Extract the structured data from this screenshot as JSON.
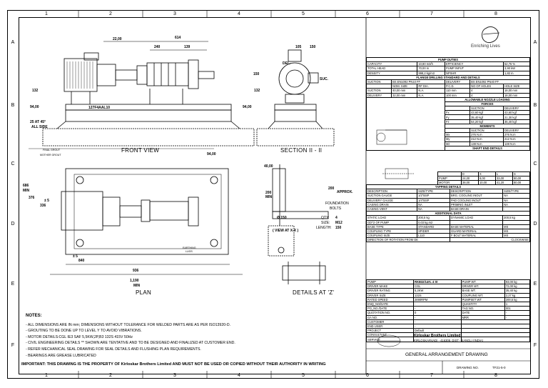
{
  "zones_top": [
    "1",
    "2",
    "3",
    "4",
    "5",
    "6",
    "7",
    "8"
  ],
  "zones_side": [
    "A",
    "B",
    "C",
    "D",
    "E",
    "F"
  ],
  "views": {
    "front": "FRONT VIEW",
    "section": "SECTION II - II",
    "plan": "PLAN",
    "details": "DETAILS AT 'Z'",
    "view_x": "( VIEW AT X-X )"
  },
  "dims": {
    "d614": "614",
    "d240": "240",
    "d139": "139",
    "d22": "22,00",
    "d105": "105",
    "d150": "150",
    "d132a": "132",
    "d132b": "132",
    "d94a": "94,00",
    "d94b": "94,00",
    "d25": "25 AT 45°",
    "allside": "ALL SIDE",
    "base": "127F4AAL10",
    "final_grout": "FINAL GROUT",
    "mother_grout": "MOTHER GROUT",
    "d686": "686",
    "min": "MIN",
    "d376": "376",
    "d336": "336",
    "d5a": "± 5",
    "d5b": "± 5",
    "d840": "840",
    "d936": "936",
    "d1190": "1,190",
    "min2": "MIN",
    "d94c": "94,00",
    "earthing": "EARTHING",
    "lugs": "LUGS",
    "d40": "40,00",
    "d200a": "200",
    "approx": "APPROX.",
    "d200b": "200",
    "min3": "MIN",
    "d150b": "Ø 150",
    "foundation": "FOUNDATION",
    "bolts": "BOLTS",
    "qty": "QTY:",
    "qty_val": "4",
    "size": "SIZE:",
    "size_val": "M12",
    "length": "LENGTH:",
    "length_val": "150",
    "del": "DEL.",
    "suc": "SUC."
  },
  "notes": {
    "heading": "NOTES:",
    "items": [
      "- ALL DIMENSIONS ARE IN  mm; DIMENSIONS WITHOUT TOLERANCE FOR WELDED PARTS ARE AS PER ISO13920-D.",
      "- GROUTING TO BE DONE UP TO LEVEL Y TO AVOID VIBRATIONS.",
      "- MOTOR DETAILS:CGL IE3 SAF 5,5KW,2P,B3 132S 415V 50Hz",
      "- CIVIL ENGINEERING DETAILS ** SHOWN ARE TENTATIVE AND TO BE DESIGNED AND FINALIZED AT CUSTOMER END.",
      "- REFER MECHANICAL SEAL DRAWING FOR SEAL DETAILS AND FLUSHING PLAN REQUIREMENTS.",
      "- BEARINGS ARE GREASE LUBRICATED"
    ]
  },
  "important": "IMPORTANT: THIS DRAWING IS THE PROPERTY OF Kirloskar Brothers Limited AND MUST NOT BE USED OR COPIED WITHOUT THEIR AUTHORITY IN WRITING",
  "brand": {
    "tagline": "Enriching Lives",
    "company": "Kirloskar Brothers Limited",
    "address": "KIRLOSKARVADI - 416308, DIST - SANGLI (INDIA)",
    "ga_title": "GENERAL ARRANGEMENT DRAWING",
    "drawing_no_label": "DRAWING NO.",
    "drawing_no": "TF21-5-0"
  },
  "pump_duties": {
    "title": "PUMP DUTIES",
    "rows": [
      [
        "CAPACITY",
        "10,80 m3/h",
        "EFFICIENCY",
        "52,76 %"
      ],
      [
        "TOTAL HEAD",
        "70,00 m",
        "PUMP INPUT",
        "3,90 kW"
      ],
      [
        "DENSITY",
        "998,2 kg/m3",
        "NPSHR",
        "1,82 m"
      ]
    ]
  },
  "flange": {
    "title": "FLANGE DRILLING STANDARD AND DETAILS",
    "header1": [
      "SUCTION",
      "BS EN1092 PN10 FF",
      "DELIVERY",
      "BS EN1092 PN40 FF"
    ],
    "header2": [
      "",
      "NOM. SIZE",
      "RF DIA.",
      "P.C.D.",
      "NO OF HOLES",
      "HOLE SIZE"
    ],
    "rows": [
      [
        "SUCTION",
        "40,00 mm",
        "N.A.",
        "110 mm",
        "4",
        "18,00 mm"
      ],
      [
        "DELIVERY",
        "32,00 mm",
        "N.A.",
        "100 mm",
        "4",
        "18,00 mm"
      ]
    ]
  },
  "nozzle": {
    "title": "ALLOWABLE NOZZLE LOADING",
    "forces": "FORCES",
    "moments": "MOMENTS",
    "cols": [
      "SUCTION",
      "DELIVERY"
    ],
    "force_rows": [
      [
        "Fx",
        "43,60 kgf",
        "43,60 kgf"
      ],
      [
        "Fy",
        "35,40 kgf",
        "21,30 kgf"
      ],
      [
        "Fz",
        "54,20 kgf",
        "35,40 kgf"
      ]
    ],
    "moment_rows": [
      [
        "Mx",
        "276 N.m",
        "276 N.m"
      ],
      [
        "My",
        "212 N.m",
        "212 N.m"
      ],
      [
        "Mz",
        "138 N.m",
        "138 N.m"
      ]
    ]
  },
  "shaft": {
    "title": "SHAFT END DETAILS",
    "cols": [
      "D",
      "X",
      "L",
      "S"
    ],
    "rows": [
      [
        "PUMP",
        "24,00",
        "8,00",
        "33,00",
        "80,00"
      ],
      [
        "MOTOR",
        "38,00",
        "10,00",
        "41,20",
        "80,00"
      ]
    ]
  },
  "tapping": {
    "title": "TAPPING DETAILS",
    "rows": [
      [
        "DESCRIPTION",
        "SIZE/TYPE",
        "DESCRIPTION",
        "SIZE/TYPE"
      ],
      [
        "SUCTION GAUGE",
        "1/2\"BSP",
        "BRG. COOLING INOUT",
        "NA"
      ],
      [
        "DELIVERY GAUGE",
        "1/4\"BSP",
        "PAD COOLING INOUT",
        "NA"
      ],
      [
        "CASING DRAIN",
        "NA",
        "PRIMING INLET",
        "NA"
      ],
      [
        "CASING VENT",
        "NA",
        "BASE DRAIN",
        "-"
      ]
    ]
  },
  "additional": {
    "title": "ADDITIONAL DATA",
    "rows": [
      [
        "STATIC LOAD",
        "200,5 kg",
        "DYNAMIC LOAD",
        "200,5 kg"
      ],
      [
        "GD^2 OF PUMP",
        "0,03 kg.m2",
        "",
        ""
      ],
      [
        "BASE TYPE",
        "STANDARD",
        "BASE MATERIAL",
        "MS"
      ],
      [
        "COUPLING TYPE",
        "SPIDER",
        "GUARD MATERIAL",
        "MS"
      ],
      [
        "COUPLING SIZE",
        "L110",
        "F BOLT MATERIAL",
        "MS"
      ],
      [
        "DIRECTION OF ROTATION FROM DE",
        "",
        "CLOCKWISE",
        ""
      ]
    ]
  },
  "info": {
    "rows": [
      [
        "PUMP",
        "RKB32/14#L 4 St",
        "PUMP WT.",
        "93,00 kg"
      ],
      [
        "DRIVER MAKE",
        "CGL",
        "DRIVER WT.",
        "72,00 kg"
      ],
      [
        "DRIVER RATING",
        "5,2KW",
        "BASE WT.",
        "35,40 kg"
      ],
      [
        "DRIVER SIZE",
        "132S",
        "COUPLING WT.",
        "2,27 kg"
      ],
      [
        "RATED SPEED",
        "2890RPM",
        "PUMPSET WT.",
        "200,5 kg"
      ],
      [
        "ENQ_NO/DATE",
        "-",
        "QUANTITY",
        "1"
      ],
      [
        "PO_NO./DATE",
        "-",
        "TAG NO.",
        "001"
      ],
      [
        "QUOTATION NO.",
        "0",
        "DATE",
        "-"
      ],
      [
        "GA NO.",
        "-",
        "MRR",
        "-"
      ],
      [
        "CUSTOMER",
        "-",
        "",
        ""
      ],
      [
        "END USER",
        "-",
        "",
        ""
      ],
      [
        "PROJECT",
        "Default",
        "",
        ""
      ],
      [
        "CONSULTANT",
        "-",
        "",
        ""
      ],
      [
        "SERVICE",
        "-",
        "",
        ""
      ]
    ]
  }
}
